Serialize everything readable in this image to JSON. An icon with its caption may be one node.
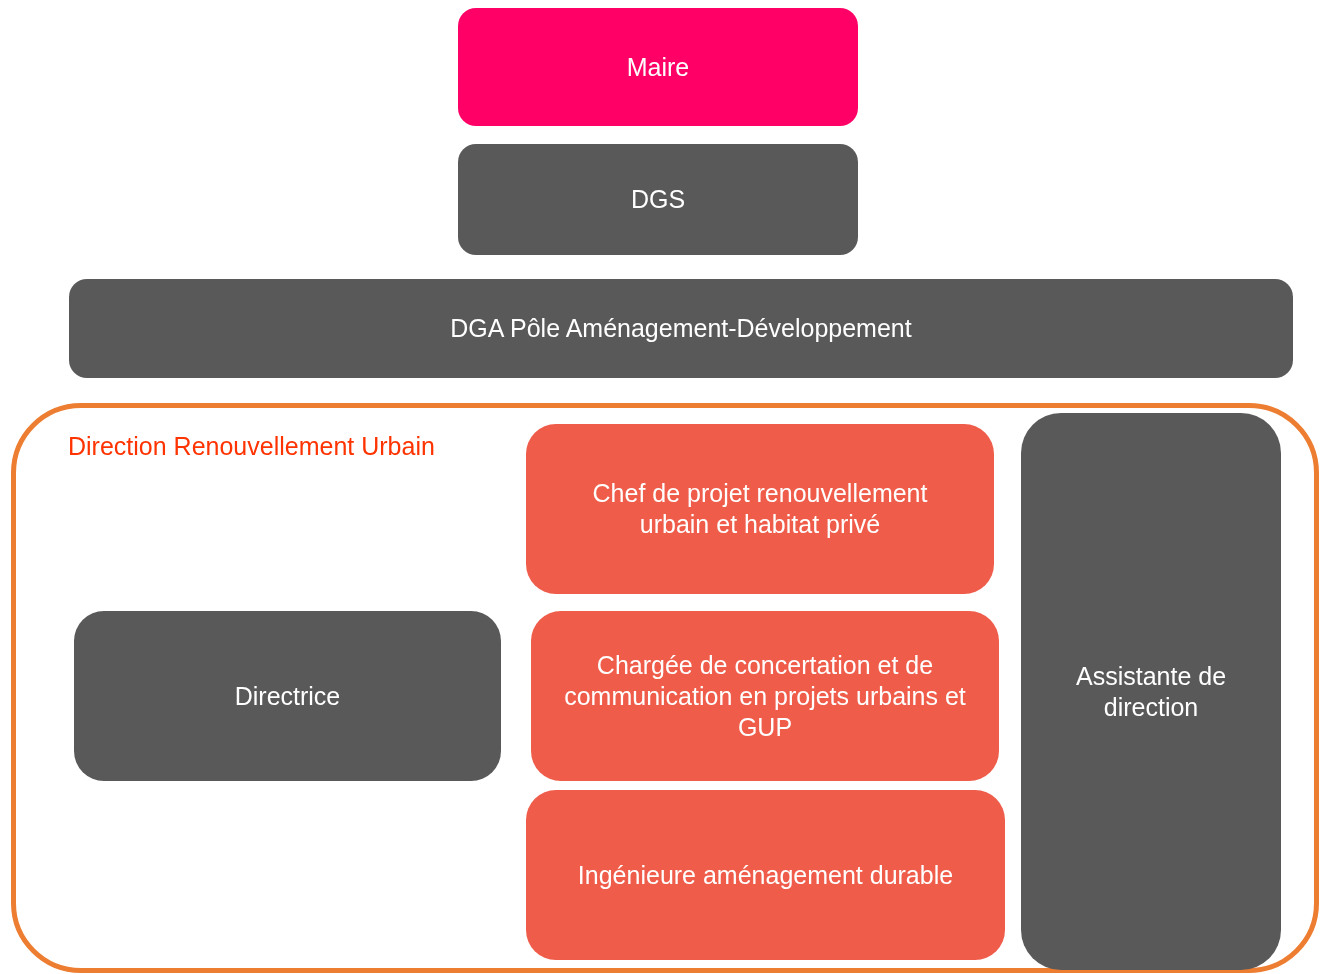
{
  "diagram": {
    "nodes": [
      {
        "text": [
          "Maire"
        ]
      },
      {
        "text": [
          "DGS"
        ]
      },
      {
        "text": [
          "DGA Pôle Aménagement-Développement"
        ]
      },
      {
        "text": [
          "Direction Renouvellement Urbain"
        ]
      },
      {
        "text": [
          "Chef de projet renouvellement urbain et habitat privé"
        ],
        "in": 3
      },
      {
        "text": [
          "Directrice"
        ],
        "in": 3
      },
      {
        "text": [
          "Chargée de concertation et de communication en projets urbains et GUP"
        ],
        "in": 3
      },
      {
        "text": [
          "Ingénieure aménagement durable"
        ],
        "in": 3
      },
      {
        "text": [
          "Assistante de direction"
        ],
        "in": 3
      }
    ]
  }
}
